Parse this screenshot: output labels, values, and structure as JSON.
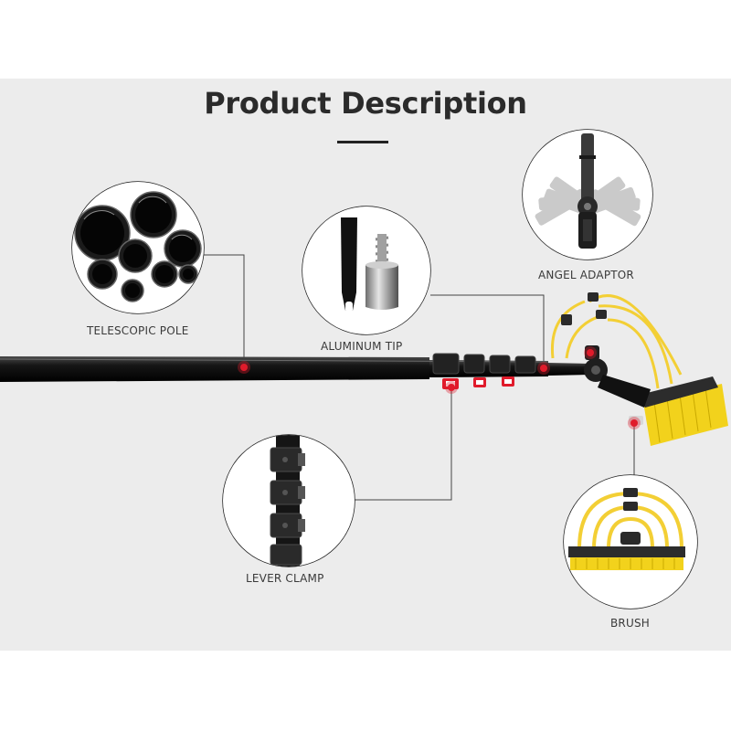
{
  "title": "Product Description",
  "labels": {
    "telescopic_pole": "TELESCOPIC POLE",
    "aluminum_tip": "ALUMINUM TIP",
    "angel_adaptor": "ANGEL ADAPTOR",
    "lever_clamp": "LEVER CLAMP",
    "brush": "BRUSH"
  },
  "colors": {
    "background": "#ececec",
    "pole": "#111111",
    "marker": "#e01b2b",
    "bristles": "#f2d21c",
    "hose": "#f3cf35"
  }
}
